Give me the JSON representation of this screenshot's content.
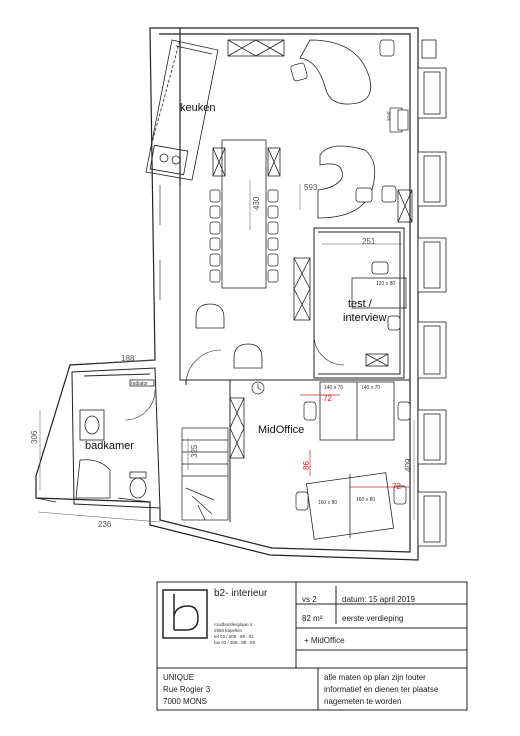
{
  "rooms": {
    "keuken": "keuken",
    "badkamer": "badkamer",
    "test": "test /",
    "interview": "interview",
    "midoffice": "MidOffice"
  },
  "dimensions": {
    "d251": "251",
    "d188": "188",
    "d306": "306",
    "d236": "236",
    "d325": "325",
    "d409": "409",
    "d72a": "72",
    "d72b": "72",
    "d86": "86",
    "d593": "593",
    "d430": "430",
    "table_a": "120 x 80",
    "desk_a": "140 x 70",
    "desk_b": "140 x 70",
    "desk_c": "160 x 80",
    "desk_d": "160 x 80"
  },
  "labels": {
    "radiator": "radiator",
    "kast": "kast"
  },
  "title_block": {
    "company": "b2- interieur",
    "address1": "roodbontlesplaan 4",
    "address2": "2950 kapellen",
    "tel": "tel 03 / 605 . 89 . 81",
    "fax": "fax 03 / 605 . 89 . 82",
    "version": "vs 2",
    "date": "datum: 15 april 2019",
    "area": "82 m²",
    "floor": "eerste verdieping",
    "project": "+ MidOffice",
    "client1": "UNIQUE",
    "client2": "Rue Rogier 3",
    "client3": "7000 MONS",
    "note1": "alle maten op plan zijn louter",
    "note2": "informatief en dienen ter plaatse",
    "note3": "nagemeten te worden"
  },
  "colors": {
    "line": "#222222",
    "dim_red": "#dd2222",
    "wall_fill": "#f2f2f2"
  }
}
